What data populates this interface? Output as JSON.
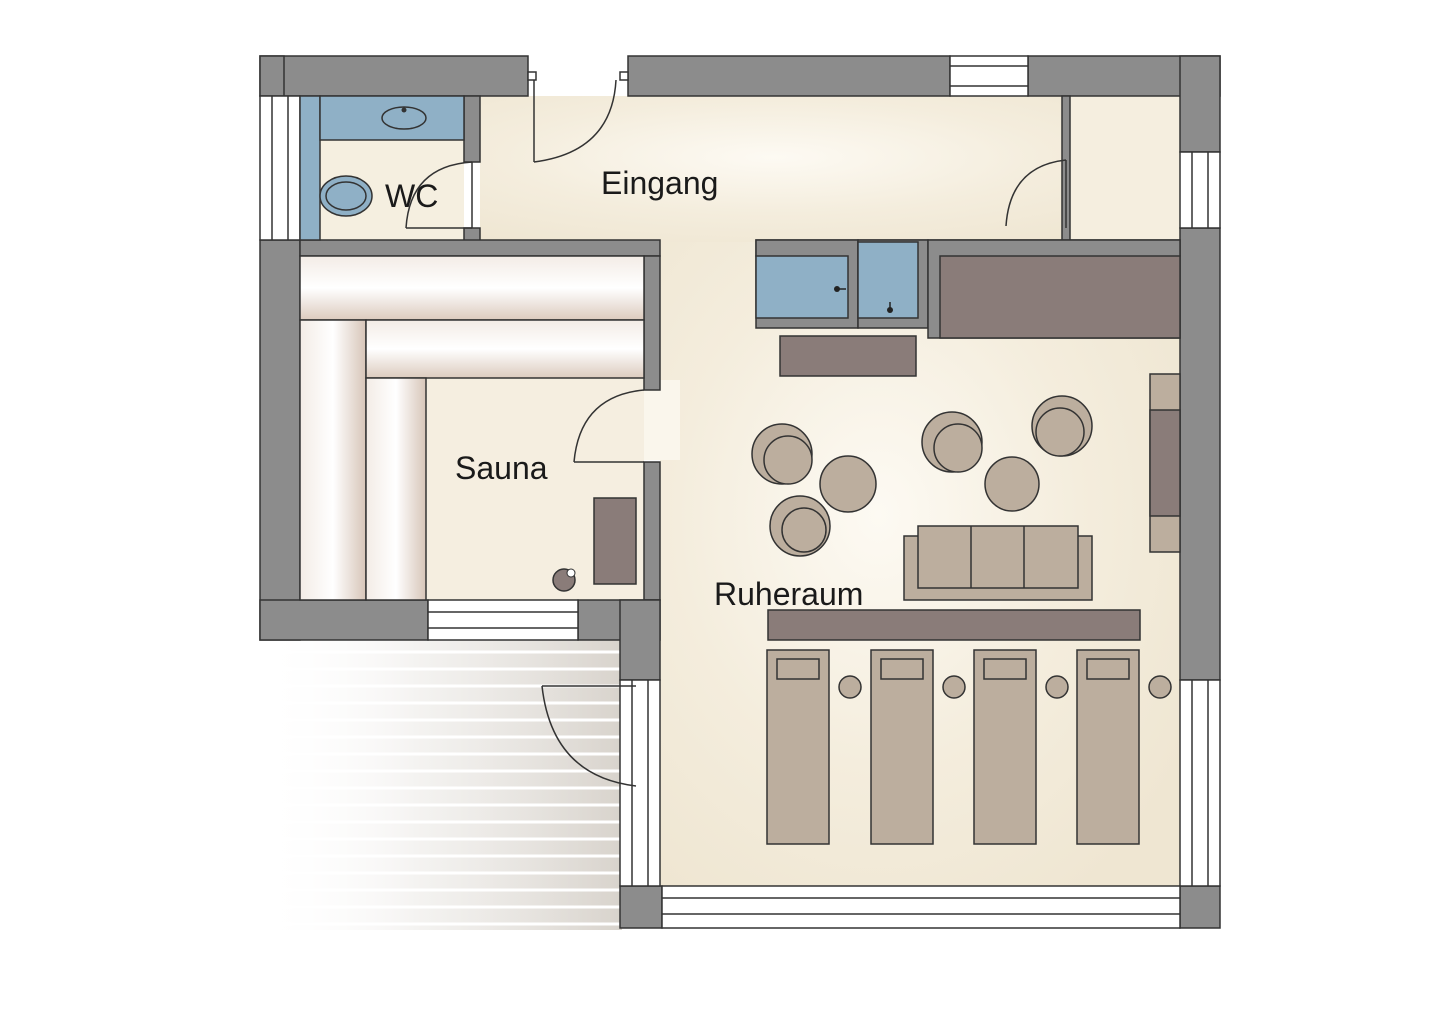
{
  "rooms": {
    "wc": "WC",
    "entrance": "Eingang",
    "sauna": "Sauna",
    "lounge": "Ruheraum"
  },
  "colors": {
    "wall": "#8c8c8c",
    "floor": "#f3ecdc",
    "sanitary": "#8fb0c6",
    "furniture_dark": "#8a7c79",
    "furniture_light": "#bcae9e",
    "bench": "#e8ddd2"
  }
}
